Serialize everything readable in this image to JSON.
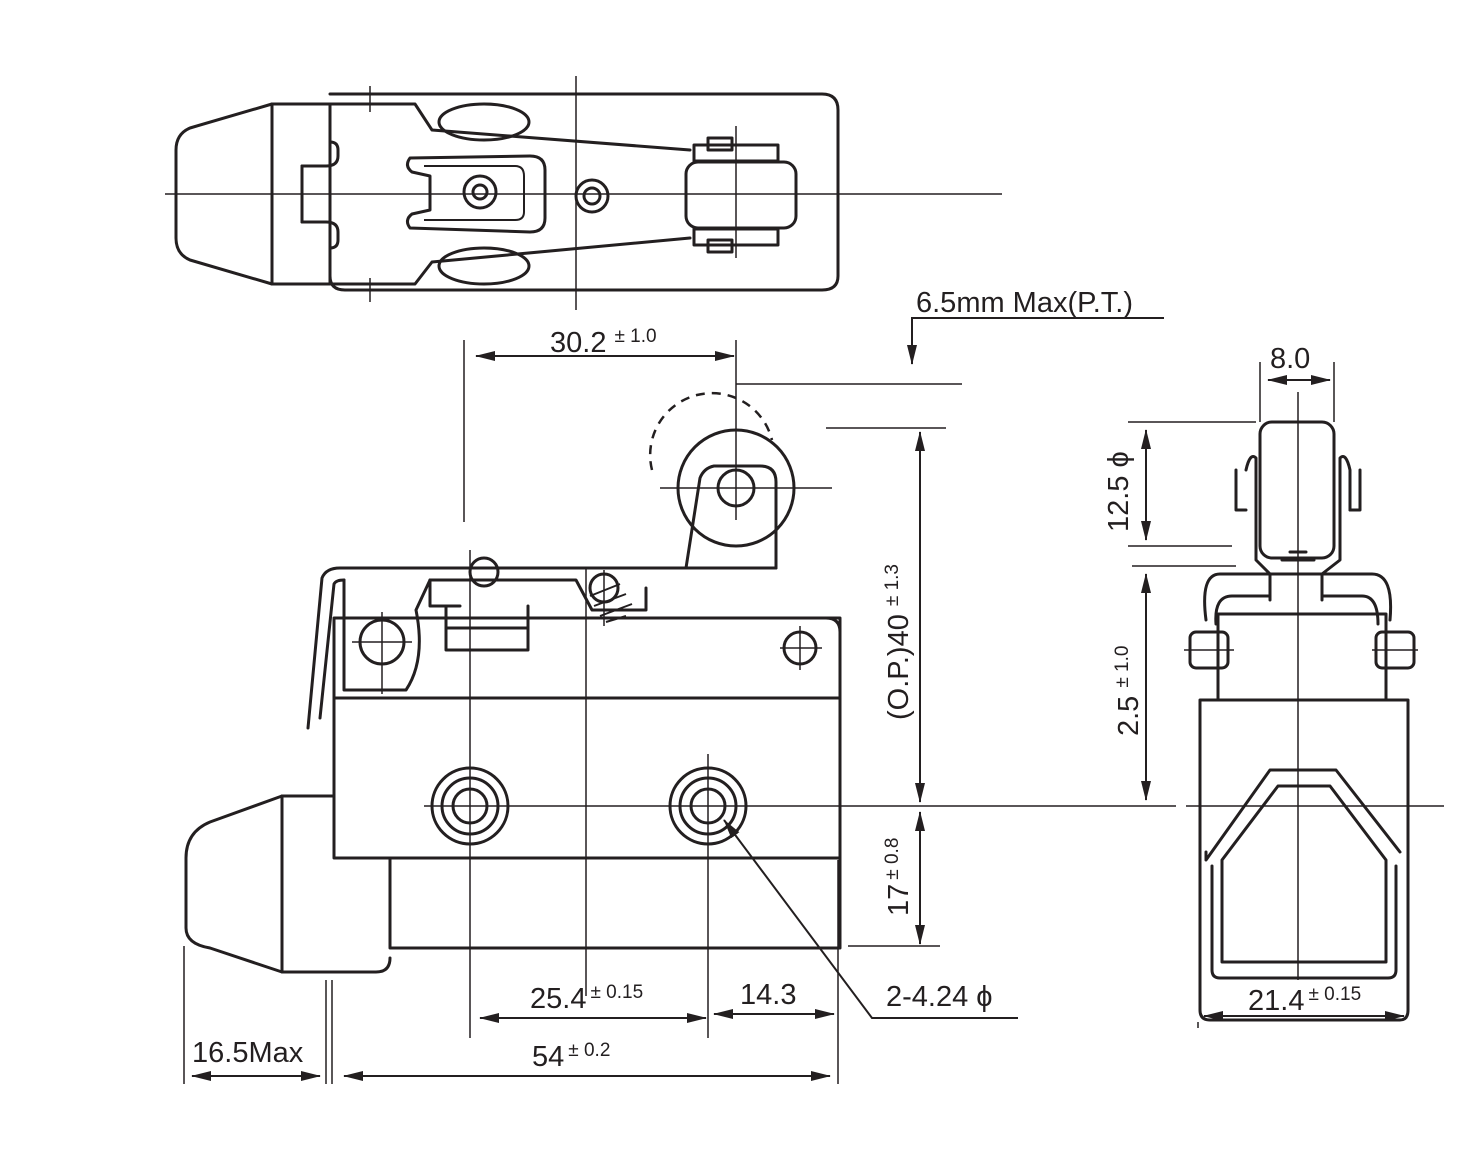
{
  "diagram": {
    "dimensions": {
      "top_width": {
        "value": "30.2",
        "tol": "± 1.0"
      },
      "pretravel": {
        "value": "6.5mm Max(P.T.)"
      },
      "operating_position": {
        "value": "(O.P.)40",
        "tol": "± 1.3"
      },
      "lower_height": {
        "value": "17",
        "tol": "± 0.8"
      },
      "hole_spacing": {
        "value": "25.4",
        "tol": "± 0.15"
      },
      "hole_offset": {
        "value": "14.3"
      },
      "holes": {
        "value": "2-4.24 ϕ"
      },
      "body_length": {
        "value": "54",
        "tol": "± 0.2"
      },
      "plunger_max": {
        "value": "16.5Max"
      },
      "roller_width": {
        "value": "8.0"
      },
      "roller_diameter": {
        "value": "12.5 ϕ"
      },
      "side_offset": {
        "value": "2.5",
        "tol": "± 1.0"
      },
      "side_width": {
        "value": "21.4",
        "tol": "± 0.15"
      }
    }
  }
}
